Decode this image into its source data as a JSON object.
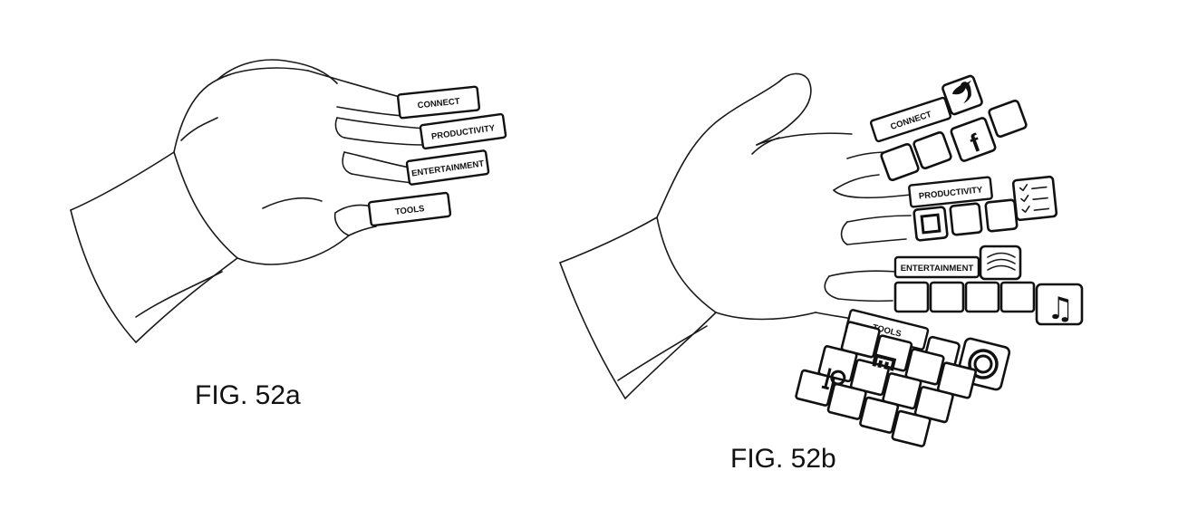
{
  "figures": [
    {
      "caption": "FIG. 52a",
      "labels": [
        "CONNECT",
        "PRODUCTIVITY",
        "ENTERTAINMENT",
        "TOOLS"
      ]
    },
    {
      "caption": "FIG. 52b",
      "labels": [
        "CONNECT",
        "PRODUCTIVITY",
        "ENTERTAINMENT",
        "TOOLS"
      ],
      "icons": [
        "twitter-icon",
        "facebook-icon",
        "checklist-icon",
        "square-icon",
        "audio-waves-icon",
        "music-note-icon",
        "target-icon",
        "thermometer-icon",
        "tools-m-icon"
      ]
    }
  ],
  "colors": {
    "line": "#1a1a1a",
    "background": "#ffffff"
  }
}
